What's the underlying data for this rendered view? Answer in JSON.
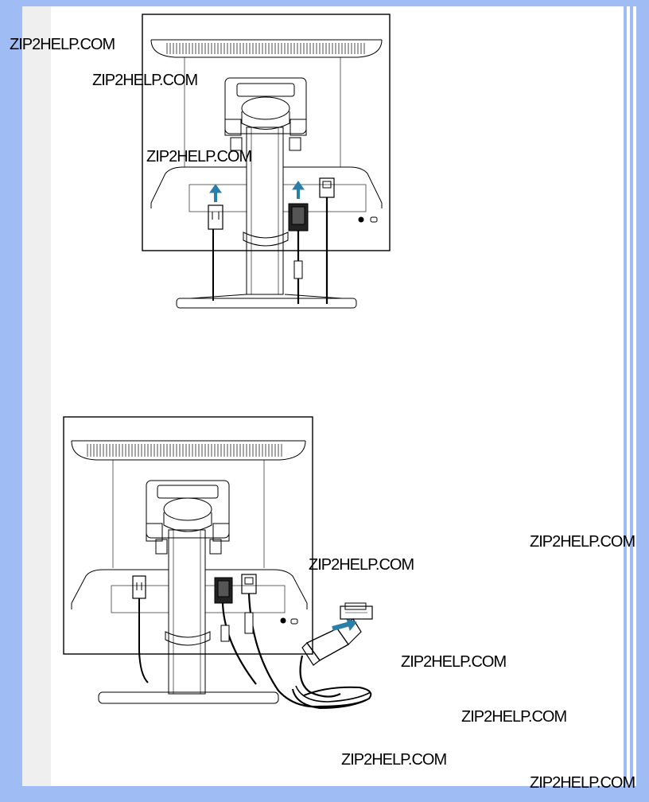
{
  "watermark": {
    "text": "ZIP2HELP.COM"
  },
  "figures": [
    {
      "name": "monitor-rear-connection-figure"
    },
    {
      "name": "monitor-rear-mac-adapter-figure"
    }
  ]
}
